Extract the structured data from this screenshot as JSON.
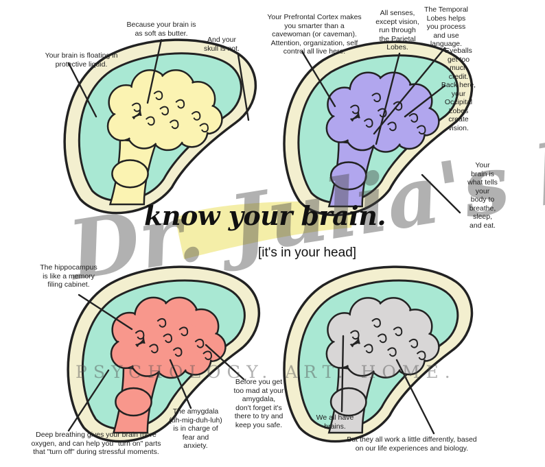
{
  "title": "know your brain.",
  "subtitle": "[it's in your head]",
  "watermark": {
    "brand": "Dr. Julia's little things.",
    "tagline": "PSYCHOLOGY. ART. HOME."
  },
  "colors": {
    "fluid": "#a9e8d3",
    "skull": "#f3efcf",
    "outline": "#222222",
    "brain_yellow": "#fbf3b2",
    "brain_purple": "#b1a6ee",
    "brain_red": "#f8978c",
    "brain_gray": "#d8d6d6",
    "highlight": "#f3ec9e"
  },
  "panels": [
    {
      "id": "top-left",
      "brain_color": "brain_yellow",
      "labels": [
        "Your brain is floating in\nprotective liquid.",
        "Because your brain is\nas soft as butter.",
        "And your\nskull is not."
      ]
    },
    {
      "id": "top-right",
      "brain_color": "brain_purple",
      "labels": [
        "Your Prefrontal Cortex makes\nyou smarter than a\ncavewoman (or caveman).\nAttention, organization, self\ncontrol all live here.",
        "All senses,\nexcept vision,\nrun through\nthe Parietal\nLobes.",
        "The Temporal\nLobes helps\nyou process\nand use\nlanguage.",
        "Eyeballs\nget too\nmuch\ncredit.\nBack here,\nyour\nOccipital\nLobes\ncreate\nvision.",
        "Your\nbrain is\nwhat tells\nyour\nbody to\nbreathe,\nsleep,\nand eat."
      ]
    },
    {
      "id": "bottom-left",
      "brain_color": "brain_red",
      "labels": [
        "The hippocampus\nis like a memory\nfiling cabinet.",
        "Deep breathing gives your brain more\noxygen, and can help you \"turn on\" parts\nthat \"turn off\" during stressful moments.",
        "The amygdala\n(uh-mig-duh-luh)\nis in charge of\nfear and\nanxiety.",
        "Before you get\ntoo mad at your\namygdala,\ndon't forget it's\nthere to try and\nkeep you safe."
      ]
    },
    {
      "id": "bottom-right",
      "brain_color": "brain_gray",
      "labels": [
        "We all have\nbrains.",
        "But they all work a little differently, based\non our life experiences and biology."
      ]
    }
  ]
}
